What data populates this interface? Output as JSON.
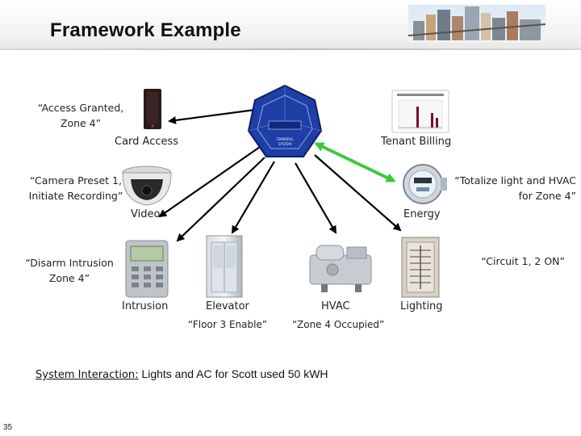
{
  "header": {
    "title": "Framework Example"
  },
  "hub": {
    "lines": [
      "TEMPORAL",
      "SYSTEM"
    ]
  },
  "nodes": {
    "card_access": {
      "label": "Card Access",
      "message": "“Access Granted, Zone 4”"
    },
    "tenant_billing": {
      "label": "Tenant Billing"
    },
    "video": {
      "label": "Video",
      "message": "“Camera Preset 1, Initiate Recording”"
    },
    "energy": {
      "label": "Energy",
      "message": "“Totalize light and HVAC for Zone 4”"
    },
    "intrusion": {
      "label": "Intrusion",
      "message": "“Disarm Intrusion Zone 4”"
    },
    "elevator": {
      "label": "Elevator",
      "command": "“Floor 3 Enable”"
    },
    "hvac": {
      "label": "HVAC",
      "command": "“Zone 4 Occupied”"
    },
    "lighting": {
      "label": "Lighting",
      "message": "“Circuit 1, 2 ON”"
    }
  },
  "footer": {
    "prefix": "System Interaction:",
    "text": "Lights and AC for Scott used 50 kWH"
  },
  "page_number": "35",
  "colors": {
    "hub": "#1f3fa6",
    "arrow": "#000000",
    "highlight_arrow": "#3cc83c"
  }
}
